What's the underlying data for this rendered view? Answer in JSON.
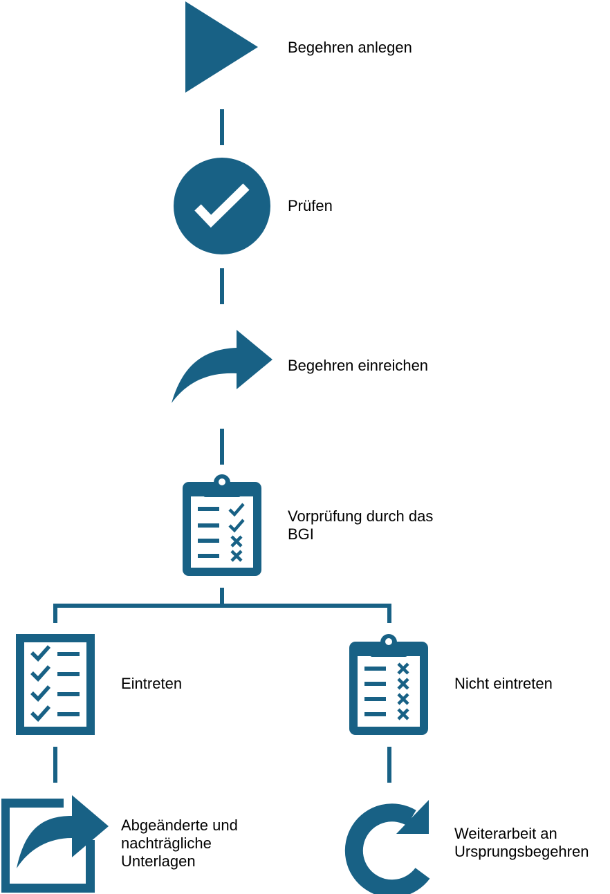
{
  "colors": {
    "primary": "#186185",
    "background": "#ffffff",
    "text": "#000000"
  },
  "steps": {
    "create": {
      "label": "Begehren anlegen",
      "icon": "play-triangle-icon"
    },
    "check": {
      "label": "Prüfen",
      "icon": "check-circle-icon"
    },
    "submit": {
      "label": "Begehren einreichen",
      "icon": "share-arrow-icon"
    },
    "precheck": {
      "lines": [
        "Vorprüfung durch das",
        "BGI"
      ],
      "icon": "clipboard-checklist-icon"
    },
    "accept": {
      "label": "Eintreten",
      "icon": "checklist-icon"
    },
    "reject": {
      "label": "Nicht eintreten",
      "icon": "clipboard-x-icon"
    },
    "revised": {
      "lines": [
        "Abgeänderte und",
        "nachträgliche",
        "Unterlagen"
      ],
      "icon": "export-arrow-icon"
    },
    "continue": {
      "lines": [
        "Weiterarbeit an",
        "Ursprungsbegehren"
      ],
      "icon": "redo-arrow-icon"
    }
  }
}
